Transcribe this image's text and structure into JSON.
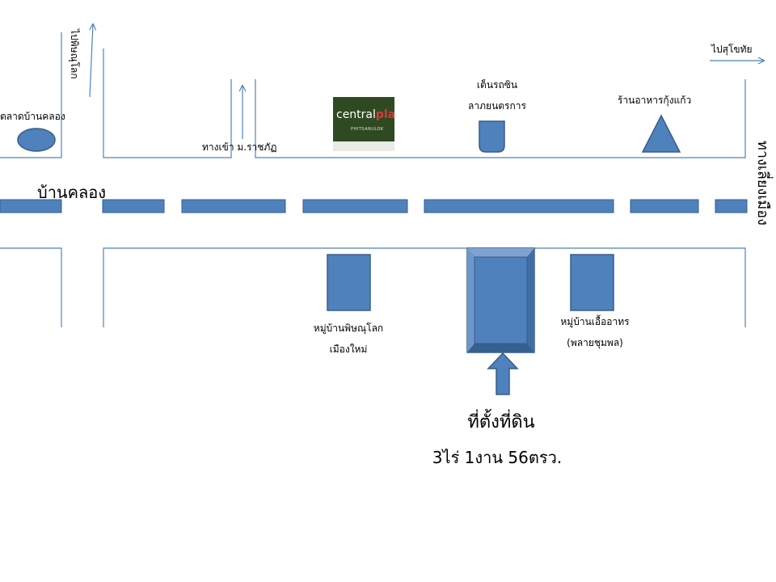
{
  "colors": {
    "line": "#4f81bd",
    "fill": "#4f81bd",
    "stroke": "#385d8a",
    "logo_bg": "#2f4a22",
    "logo_accent": "#d63b3b"
  },
  "labels": {
    "market": "ตลาดบ้านคลอง",
    "to_phitsanulok": "ไปพิษณุโลก",
    "university_entrance": "ทางเข้า ม.ราชภัฏ",
    "driving_school_line1": "เต็นรถซิน",
    "driving_school_line2": "ลาภยนตรการ",
    "restaurant": "ร้านอาหารกุ้งแก้ว",
    "to_sukhothai": "ไปสุโขทัย",
    "road_name": "บ้านคลอง",
    "to_pichit": "ทางเลี่ยงเมือง",
    "village1_line1": "หมู่บ้านพิษณุโลก",
    "village1_line2": "เมืองใหม่",
    "village2_line1": "หมู่บ้านเอื้ออาทร",
    "village2_line2": "(พลายชุมพล)",
    "site_title": "ที่ตั้งที่ดิน",
    "site_area": "3ไร่ 1งาน 56ตรว."
  },
  "logo": {
    "brand_plain": "central",
    "brand_accent": "plaza",
    "location": "PHITSANULOK"
  },
  "road_dashes": 7
}
